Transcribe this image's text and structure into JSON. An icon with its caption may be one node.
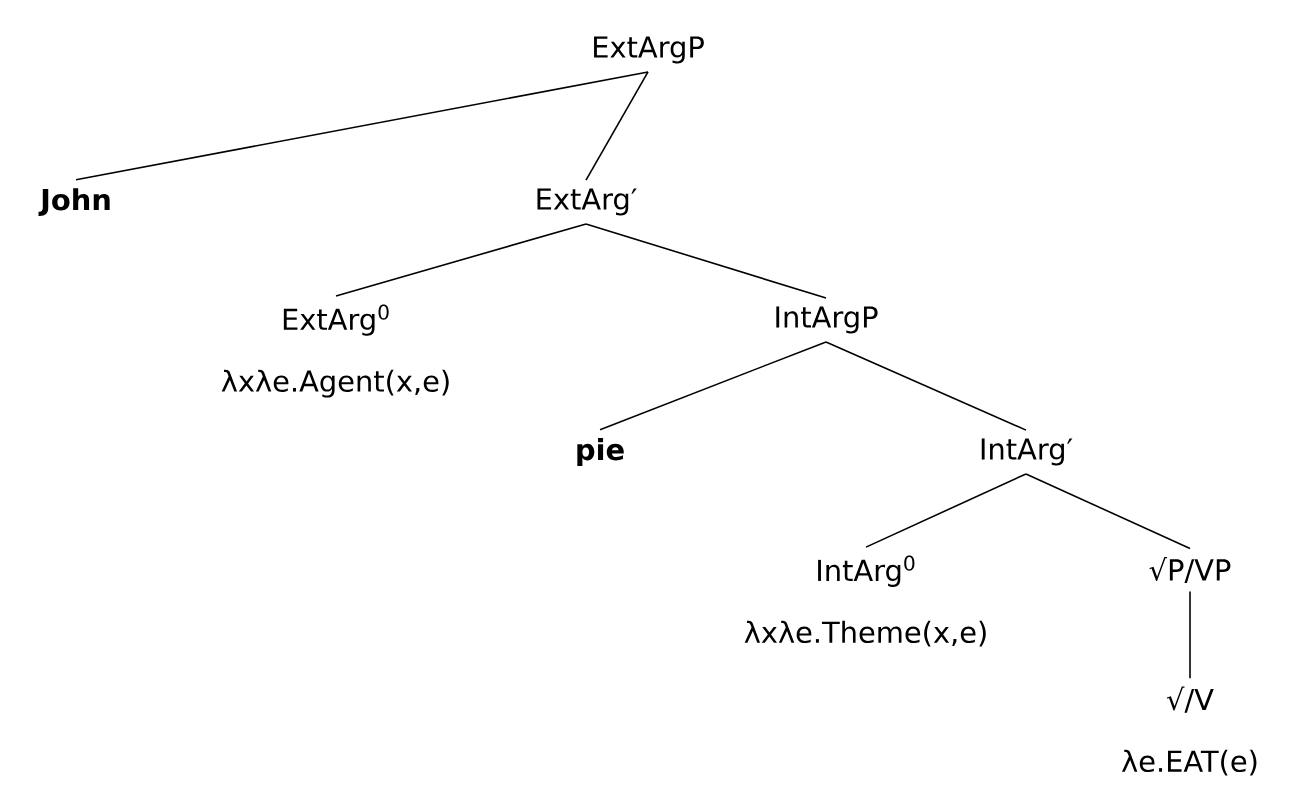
{
  "diagram": {
    "nodes": [
      {
        "text": [
          "ExtArgP"
        ]
      },
      {
        "text": [
          "John"
        ]
      },
      {
        "text": [
          "ExtArg′"
        ]
      },
      {
        "text": [
          "ExtArg$^{0}$",
          "λxλe.Agent(x,e)"
        ]
      },
      {
        "text": [
          "IntArgP"
        ]
      },
      {
        "text": [
          "pie"
        ]
      },
      {
        "text": [
          "IntArg′"
        ]
      },
      {
        "text": [
          "IntArg$^{0}$",
          "λxλe.Theme(x,e)"
        ]
      },
      {
        "text": [
          "√P/VP"
        ]
      },
      {
        "text": [
          "√/V",
          "λe.EAT(e)"
        ]
      }
    ],
    "edges": [
      {
        "from": 0,
        "to": 1,
        "arrow": "none"
      },
      {
        "from": 0,
        "to": 2,
        "arrow": "none"
      },
      {
        "from": 2,
        "to": 3,
        "arrow": "none"
      },
      {
        "from": 2,
        "to": 4,
        "arrow": "none"
      },
      {
        "from": 4,
        "to": 5,
        "arrow": "none"
      },
      {
        "from": 4,
        "to": 6,
        "arrow": "none"
      },
      {
        "from": 6,
        "to": 7,
        "arrow": "none"
      },
      {
        "from": 6,
        "to": 8,
        "arrow": "none"
      },
      {
        "from": 8,
        "to": 9,
        "arrow": "none"
      }
    ]
  }
}
